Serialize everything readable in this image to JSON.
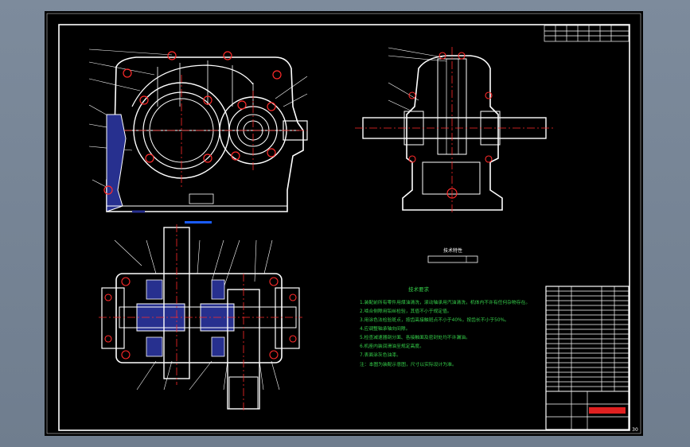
{
  "drawing": {
    "sheet_background": "#000000",
    "line_color": "#ffffff",
    "center_line_color": "#ff2a2a",
    "section_fill": "#27308f",
    "notes_color": "#35d04a",
    "title_text_color": "#1a5cff",
    "sheet_corner_number": "30"
  },
  "views": {
    "front": {
      "name": "front-view"
    },
    "side": {
      "name": "side-view"
    },
    "top": {
      "name": "top-section-view"
    }
  },
  "technical_requirements": {
    "heading": "技术要求",
    "lines": [
      "1.装配前所有零件用煤油清洗，滚动轴承用汽油清洗，机体内不许有任何杂物存在。",
      "2.啮合侧隙用铅丝检验，其值不小于规定值。",
      "3.用涂色法检验斑点，按齿高接触斑点不小于40%，按齿长不小于50%。",
      "4.应调整轴承轴向间隙。",
      "5.检查减速器剖分面、各接触面及密封处均不许漏油。",
      "6.机座内装润滑油至规定高度。",
      "7.表面涂灰色油漆。"
    ],
    "note": "注：本图为装配示意图，尺寸以实际设计为准。"
  },
  "parameter_box": {
    "label": "技术特性"
  }
}
